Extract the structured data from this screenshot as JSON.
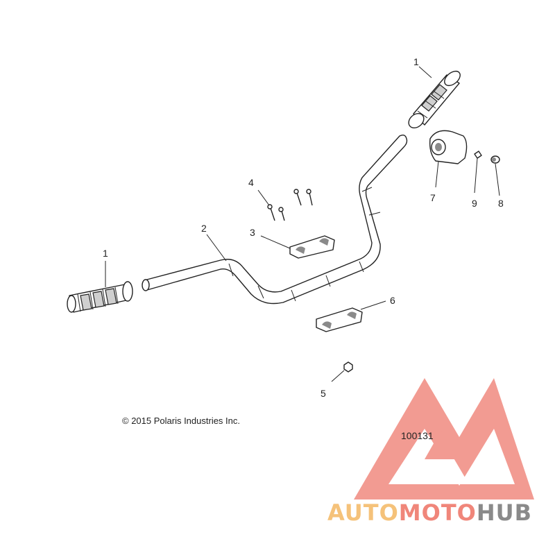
{
  "callouts": {
    "grip_right": "1",
    "grip_left": "1",
    "handlebar": "2",
    "clamp_upper": "3",
    "bolts": "4",
    "nut": "5",
    "clamp_lower": "6",
    "switch_housing": "7",
    "part_8": "8",
    "part_9": "9"
  },
  "copyright": "© 2015 Polaris Industries Inc.",
  "figure_number": "100131",
  "watermark": {
    "brand_part1": "AUTO",
    "brand_part2": "MOTO",
    "brand_part3": "HUB",
    "colors": {
      "logo": "#f08a80",
      "auto": "#f5c27a",
      "moto": "#f0867a",
      "hub": "#8a8a8a"
    }
  }
}
